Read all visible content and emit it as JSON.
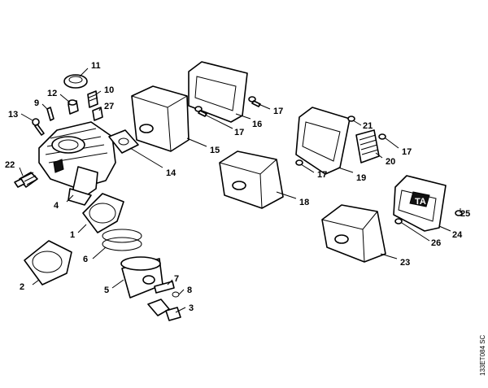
{
  "drawing_code": "133ET084 SC",
  "embossed_mark": "TA",
  "callouts": [
    {
      "id": "1",
      "label": "1"
    },
    {
      "id": "2",
      "label": "2"
    },
    {
      "id": "3",
      "label": "3"
    },
    {
      "id": "4",
      "label": "4"
    },
    {
      "id": "5",
      "label": "5"
    },
    {
      "id": "6",
      "label": "6"
    },
    {
      "id": "7",
      "label": "7"
    },
    {
      "id": "8",
      "label": "8"
    },
    {
      "id": "9",
      "label": "9"
    },
    {
      "id": "10",
      "label": "10"
    },
    {
      "id": "11",
      "label": "11"
    },
    {
      "id": "12",
      "label": "12"
    },
    {
      "id": "13",
      "label": "13"
    },
    {
      "id": "14",
      "label": "14"
    },
    {
      "id": "15",
      "label": "15"
    },
    {
      "id": "16",
      "label": "16"
    },
    {
      "id": "17a",
      "label": "17"
    },
    {
      "id": "17b",
      "label": "17"
    },
    {
      "id": "17c",
      "label": "17"
    },
    {
      "id": "17d",
      "label": "17"
    },
    {
      "id": "18",
      "label": "18"
    },
    {
      "id": "19",
      "label": "19"
    },
    {
      "id": "20",
      "label": "20"
    },
    {
      "id": "21",
      "label": "21"
    },
    {
      "id": "22",
      "label": "22"
    },
    {
      "id": "23",
      "label": "23"
    },
    {
      "id": "24",
      "label": "24"
    },
    {
      "id": "25",
      "label": "25"
    },
    {
      "id": "26",
      "label": "26"
    },
    {
      "id": "27",
      "label": "27"
    }
  ]
}
